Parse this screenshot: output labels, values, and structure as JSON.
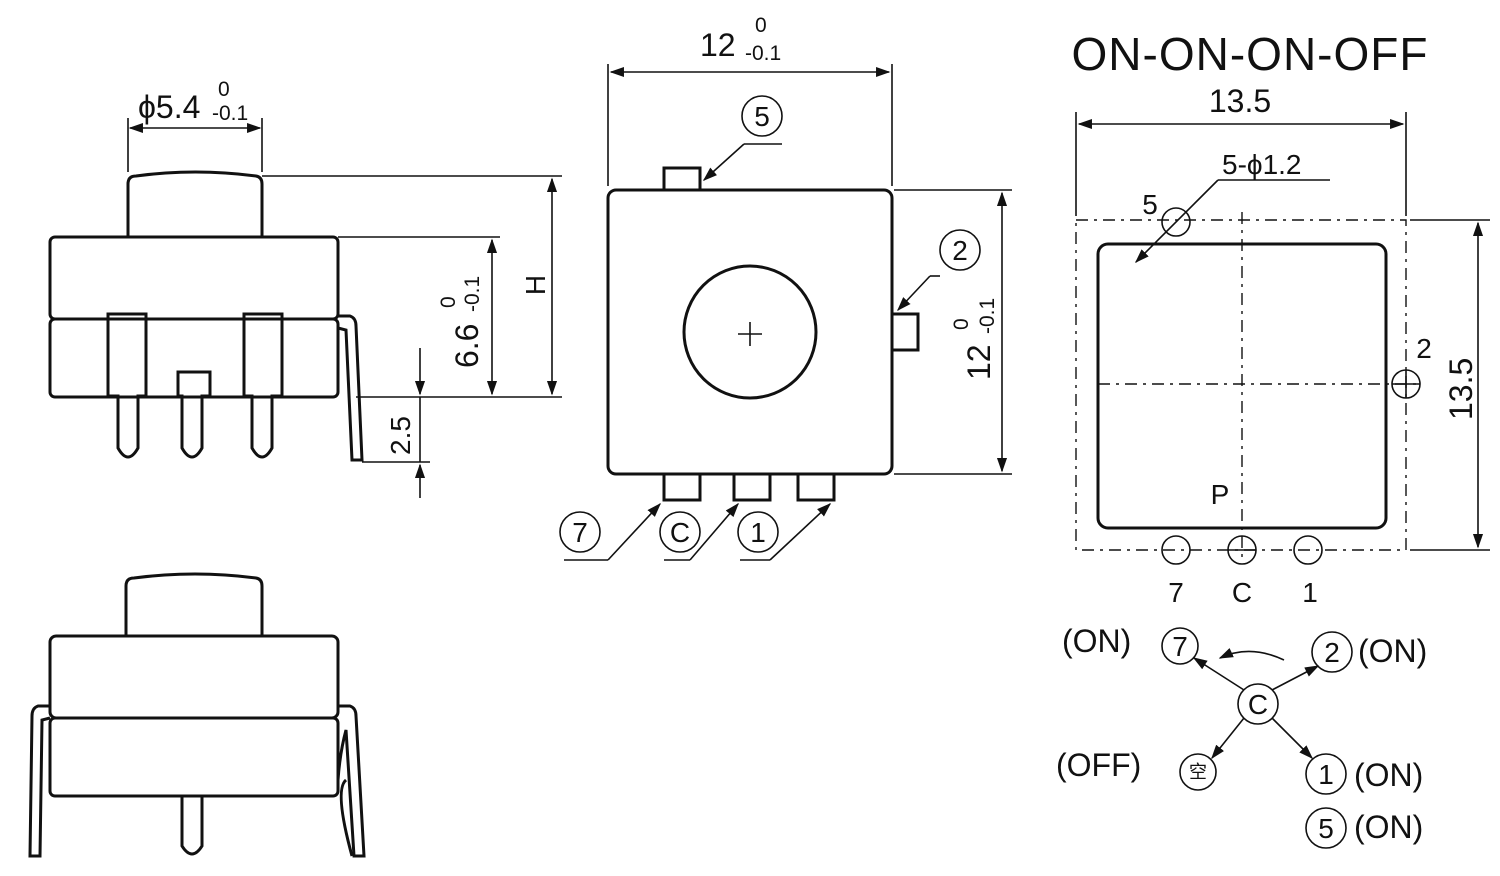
{
  "title": "ON-ON-ON-OFF",
  "side_view": {
    "diameter_main": "ϕ5.4",
    "diameter_tol_upper": "0",
    "diameter_tol_lower": "-0.1",
    "height_label": "H",
    "body_height_main": "6.6",
    "body_height_tol_upper": "0",
    "body_height_tol_lower": "-0.1",
    "pin_length": "2.5"
  },
  "top_view": {
    "width_main": "12",
    "width_tol_upper": "0",
    "width_tol_lower": "-0.1",
    "height_main": "12",
    "height_tol_upper": "0",
    "height_tol_lower": "-0.1",
    "callouts": {
      "top": "5",
      "right": "2",
      "bottom_left": "7",
      "bottom_mid": "C",
      "bottom_right": "1"
    }
  },
  "footprint": {
    "width": "13.5",
    "height": "13.5",
    "hole_spec": "5-ϕ1.2",
    "pin_top": "5",
    "pin_right": "2",
    "center_label": "P",
    "pin_labels": [
      "7",
      "C",
      "1"
    ]
  },
  "schematic": {
    "common": "C",
    "positions": [
      {
        "pin": "7",
        "state": "(ON)"
      },
      {
        "pin": "2",
        "state": "(ON)"
      },
      {
        "pin": "空",
        "state": "(OFF)"
      },
      {
        "pin": "1",
        "state": "(ON)"
      },
      {
        "pin": "5",
        "state": "(ON)"
      }
    ]
  }
}
